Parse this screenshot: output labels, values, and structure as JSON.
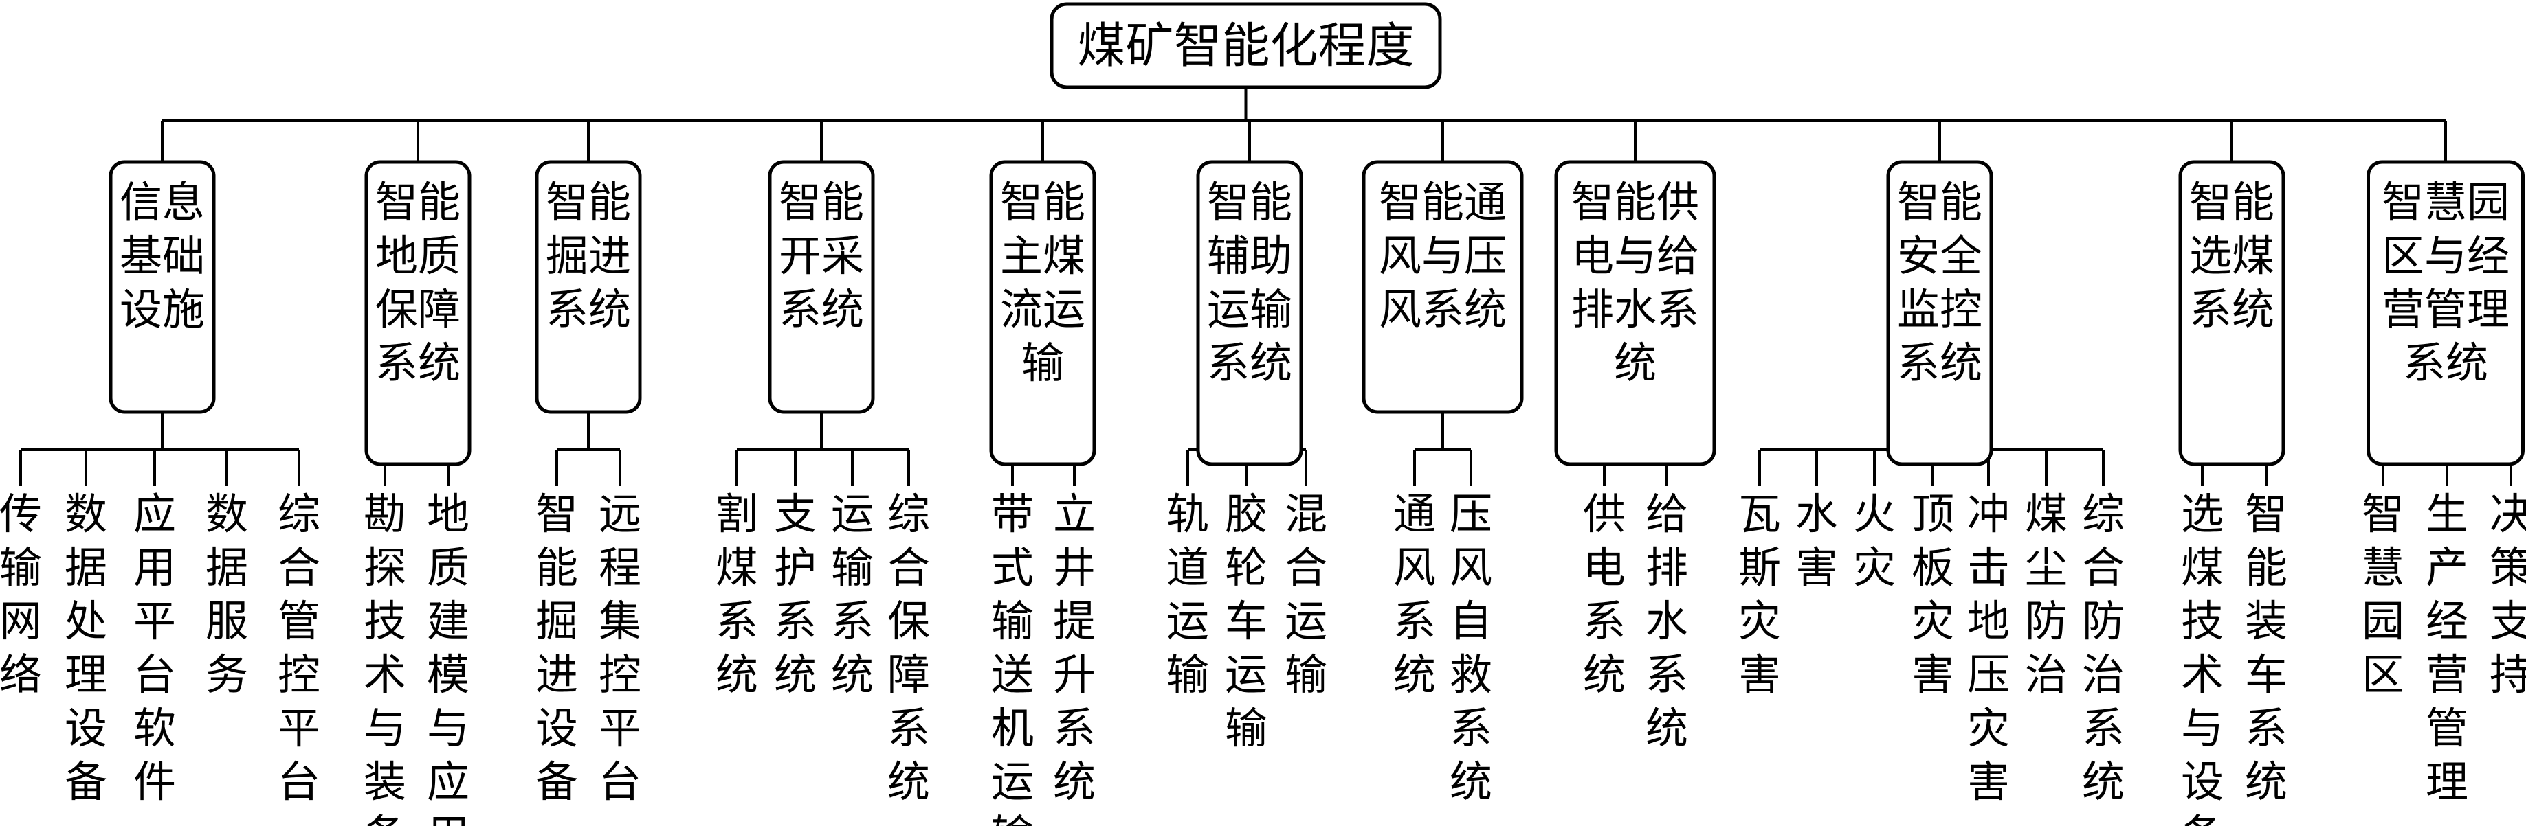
{
  "root": {
    "label": "煤矿智能化程度"
  },
  "colors": {
    "line": "#000000",
    "box_fill": "#ffffff",
    "text": "#000000"
  },
  "branches": [
    {
      "label": "信息基础设施",
      "lines": [
        "信息",
        "基础",
        "设施"
      ],
      "leaves": [
        "传输网络",
        "数据处理设备",
        "应用平台软件",
        "数据服务",
        "综合管控平台"
      ]
    },
    {
      "label": "智能地质保障系统",
      "lines": [
        "智能",
        "地质",
        "保障",
        "系统"
      ],
      "leaves": [
        "勘探技术与装备",
        "地质建模与应用"
      ]
    },
    {
      "label": "智能掘进系统",
      "lines": [
        "智能",
        "掘进",
        "系统"
      ],
      "leaves": [
        "智能掘进设备",
        "远程集控平台"
      ]
    },
    {
      "label": "智能开采系统",
      "lines": [
        "智能",
        "开采",
        "系统"
      ],
      "leaves": [
        "割煤系统",
        "支护系统",
        "运输系统",
        "综合保障系统"
      ]
    },
    {
      "label": "智能主煤流运输",
      "lines": [
        "智能",
        "主煤",
        "流运",
        "输"
      ],
      "leaves": [
        "带式输送机运输",
        "立井提升系统"
      ]
    },
    {
      "label": "智能辅助运输系统",
      "lines": [
        "智能",
        "辅助",
        "运输",
        "系统"
      ],
      "leaves": [
        "轨道运输",
        "胶轮车运输",
        "混合运输"
      ]
    },
    {
      "label": "智能通风与压风系统",
      "lines": [
        "智能通",
        "风与压",
        "风系统"
      ],
      "leaves": [
        "通风系统",
        "压风自救系统"
      ]
    },
    {
      "label": "智能供电与给排水系统",
      "lines": [
        "智能供",
        "电与给",
        "排水系",
        "统"
      ],
      "leaves": [
        "供电系统",
        "给排水系统"
      ]
    },
    {
      "label": "智能安全监控系统",
      "lines": [
        "智能",
        "安全",
        "监控",
        "系统"
      ],
      "leaves": [
        "瓦斯灾害",
        "水害",
        "火灾",
        "顶板灾害",
        "冲击地压灾害",
        "煤尘防治",
        "综合防治系统"
      ]
    },
    {
      "label": "智能选煤系统",
      "lines": [
        "智能",
        "选煤",
        "系统"
      ],
      "leaves": [
        "选煤技术与设备",
        "智能装车系统"
      ]
    },
    {
      "label": "智慧园区与经营管理系统",
      "lines": [
        "智慧园",
        "区与经",
        "营管理",
        "系统"
      ],
      "leaves": [
        "智慧园区",
        "生产经营管理",
        "决策支持"
      ]
    }
  ]
}
